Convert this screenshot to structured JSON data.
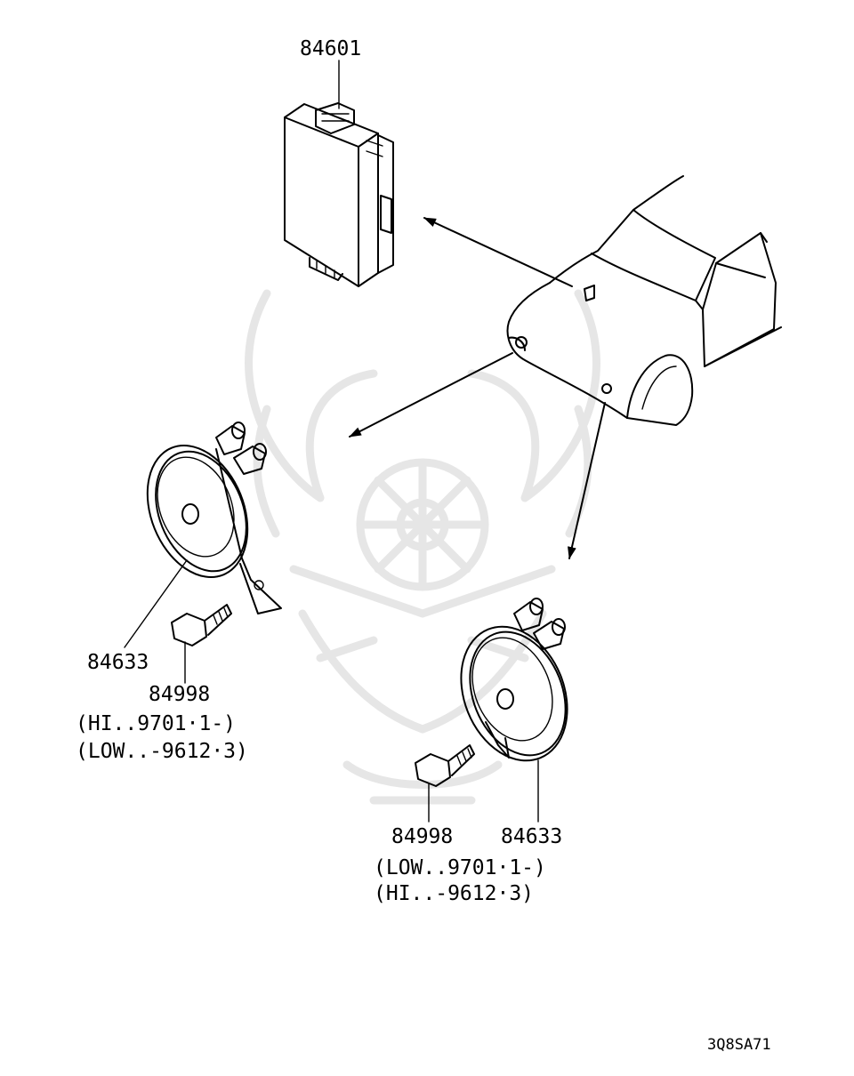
{
  "labels": {
    "unit": "84601",
    "horn_left": "84633",
    "bolt_left": "84998",
    "left_note_1": "(HI..9701·1-)",
    "left_note_2": "(LOW..-9612·3)",
    "bolt_right": "84998",
    "horn_right": "84633",
    "right_note_1": "(LOW..9701·1-)",
    "right_note_2": "(HI..-9612·3)",
    "diagram_code": "3Q8SA71"
  }
}
